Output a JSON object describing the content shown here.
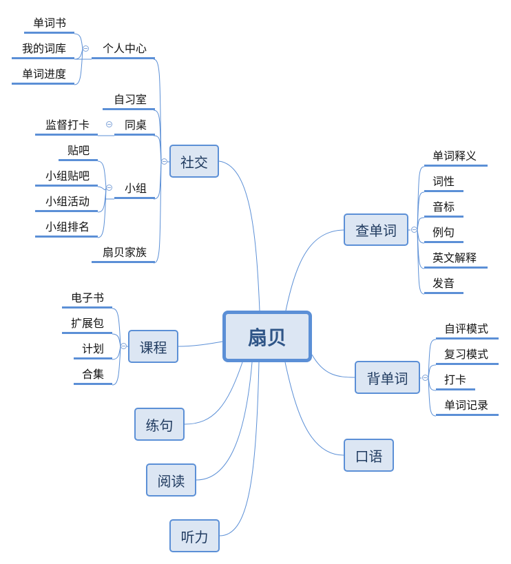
{
  "central": "扇贝",
  "colors": {
    "line": "#5b8fd6",
    "fill": "#dce6f3",
    "text": "#1f3a5f"
  },
  "branches": {
    "social": {
      "label": "社交",
      "children": {
        "personal": {
          "label": "个人中心",
          "children": [
            "单词书",
            "我的词库",
            "单词进度"
          ]
        },
        "study_room": {
          "label": "自习室"
        },
        "deskmate": {
          "label": "同桌",
          "children": [
            "监督打卡"
          ]
        },
        "group": {
          "label": "小组",
          "children": [
            "贴吧",
            "小组贴吧",
            "小组活动",
            "小组排名"
          ]
        },
        "family": {
          "label": "扇贝家族"
        }
      }
    },
    "lookup": {
      "label": "查单词",
      "children": [
        "单词释义",
        "词性",
        "音标",
        "例句",
        "英文解释",
        "发音"
      ]
    },
    "memorize": {
      "label": "背单词",
      "children": [
        "自评模式",
        "复习模式",
        "打卡",
        "单词记录"
      ]
    },
    "course": {
      "label": "课程",
      "children": [
        "电子书",
        "扩展包",
        "计划",
        "合集"
      ]
    },
    "sentence": {
      "label": "练句"
    },
    "reading": {
      "label": "阅读"
    },
    "listening": {
      "label": "听力"
    },
    "speaking": {
      "label": "口语"
    }
  }
}
